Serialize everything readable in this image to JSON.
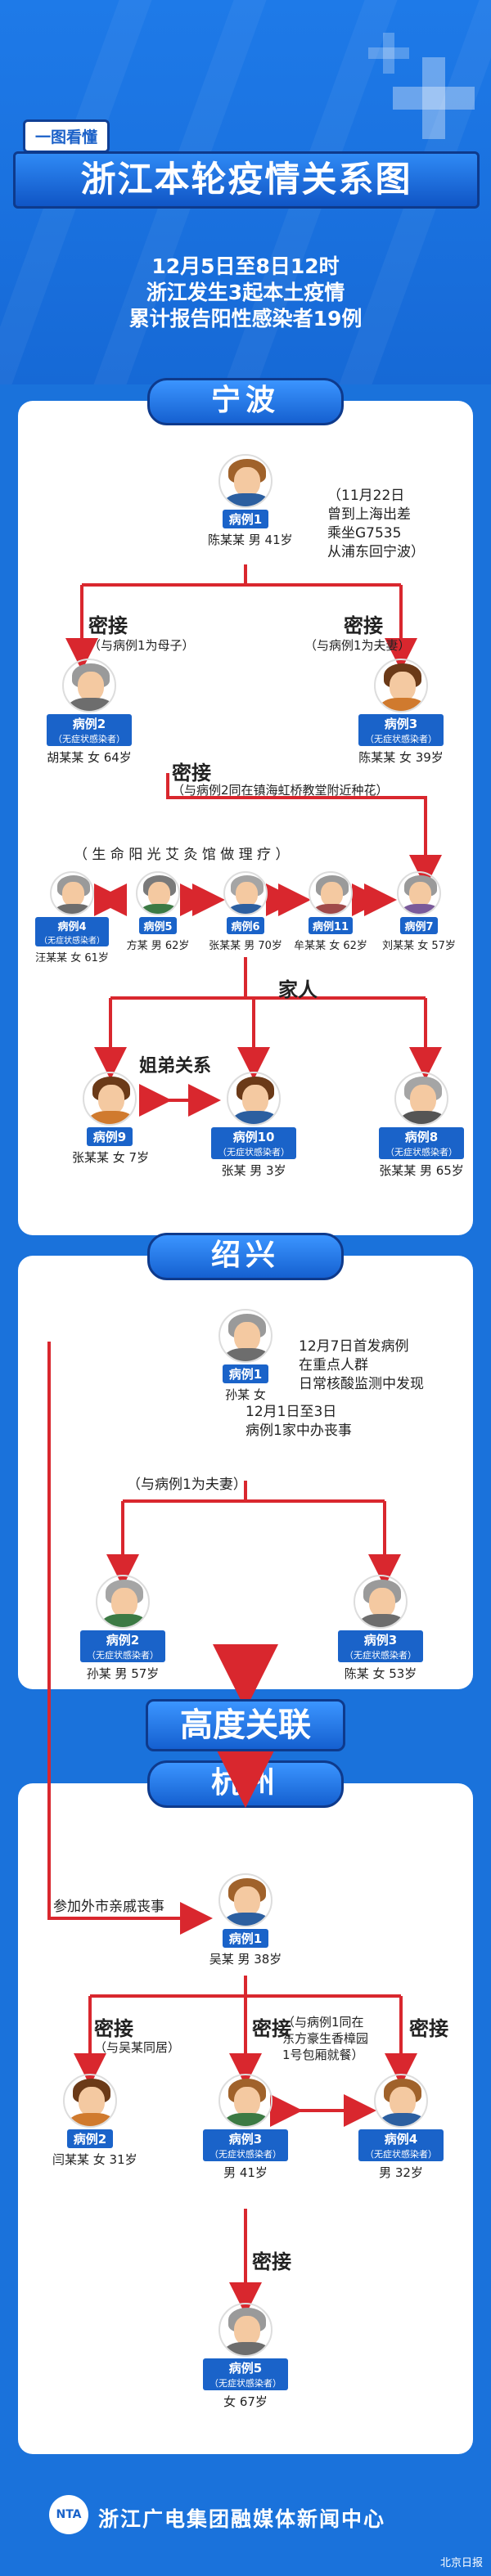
{
  "header": {
    "tag": "一图看懂",
    "title": "浙江本轮疫情关系图",
    "intro_lines": [
      "12月5日至8日12时",
      "浙江发生3起本土疫情",
      "累计报告阳性感染者19例"
    ]
  },
  "colors": {
    "accent": "#1a72db",
    "arrow": "#d9272e",
    "badge": "#1a63c9"
  },
  "ningbo": {
    "title": "宁波",
    "case1": {
      "badge": "病例1",
      "name": "陈某某 男 41岁",
      "note": [
        "（11月22日",
        "曾到上海出差",
        "乘坐G7535",
        "从浦东回宁波）"
      ]
    },
    "left_contact": {
      "label": "密接",
      "paren": "（与病例1为母子）"
    },
    "right_contact": {
      "label": "密接",
      "paren": "（与病例1为夫妻）"
    },
    "case2": {
      "badge": "病例2",
      "sub": "（无症状感染者）",
      "name": "胡某某 女 64岁"
    },
    "case3": {
      "badge": "病例3",
      "sub": "（无症状感染者）",
      "name": "陈某某 女 39岁"
    },
    "mid_contact": {
      "label": "密接",
      "paren": "（与病例2同在镇海虹桥教堂附近种花）"
    },
    "venue": "（ 生 命 阳 光 艾 灸 馆 做 理 疗 ）",
    "row": [
      {
        "badge": "病例4",
        "sub": "（无症状感染者）",
        "name": "汪某某 女 61岁"
      },
      {
        "badge": "病例5",
        "sub": "",
        "name": "方某 男 62岁"
      },
      {
        "badge": "病例6",
        "sub": "",
        "name": "张某某 男 70岁"
      },
      {
        "badge": "病例11",
        "sub": "",
        "name": "牟某某 女 62岁"
      },
      {
        "badge": "病例7",
        "sub": "",
        "name": "刘某某 女 57岁"
      }
    ],
    "family_label": "家人",
    "sibling_label": "姐弟关系",
    "case9": {
      "badge": "病例9",
      "sub": "",
      "name": "张某某 女 7岁"
    },
    "case10": {
      "badge": "病例10",
      "sub": "（无症状感染者）",
      "name": "张某 男 3岁"
    },
    "case8": {
      "badge": "病例8",
      "sub": "（无症状感染者）",
      "name": "张某某 男 65岁"
    }
  },
  "shaoxing": {
    "title": "绍兴",
    "case1": {
      "badge": "病例1",
      "name": "孙某 女",
      "note": [
        "12月7日首发病例",
        "在重点人群",
        "日常核酸监测中发现"
      ]
    },
    "note2": [
      "12月1日至3日",
      "病例1家中办丧事"
    ],
    "paren": "（与病例1为夫妻）",
    "case2": {
      "badge": "病例2",
      "sub": "（无症状感染者）",
      "name": "孙某 男 57岁"
    },
    "case3": {
      "badge": "病例3",
      "sub": "（无症状感染者）",
      "name": "陈某 女 53岁"
    }
  },
  "link_label": "高度关联",
  "hangzhou": {
    "title": "杭州",
    "funeral_note": "参加外市亲戚丧事",
    "case1": {
      "badge": "病例1",
      "name": "吴某 男 38岁"
    },
    "c_left": {
      "label": "密接",
      "paren": "（与吴某同居）"
    },
    "c_mid": {
      "label": "密接",
      "paren": [
        "（与病例1同在",
        "东方豪生香樟园",
        "1号包厢就餐）"
      ]
    },
    "c_right": {
      "label": "密接"
    },
    "case2": {
      "badge": "病例2",
      "sub": "",
      "name": "闫某某 女 31岁"
    },
    "case3": {
      "badge": "病例3",
      "sub": "（无症状感染者）",
      "name": "男 41岁"
    },
    "case4": {
      "badge": "病例4",
      "sub": "（无症状感染者）",
      "name": "男 32岁"
    },
    "c_down": {
      "label": "密接"
    },
    "case5": {
      "badge": "病例5",
      "sub": "（无症状感染者）",
      "name": "女 67岁"
    }
  },
  "footer": {
    "logo": "NTA",
    "text": "浙江广电集团融媒体新闻中心",
    "watermark": "北京日报"
  }
}
